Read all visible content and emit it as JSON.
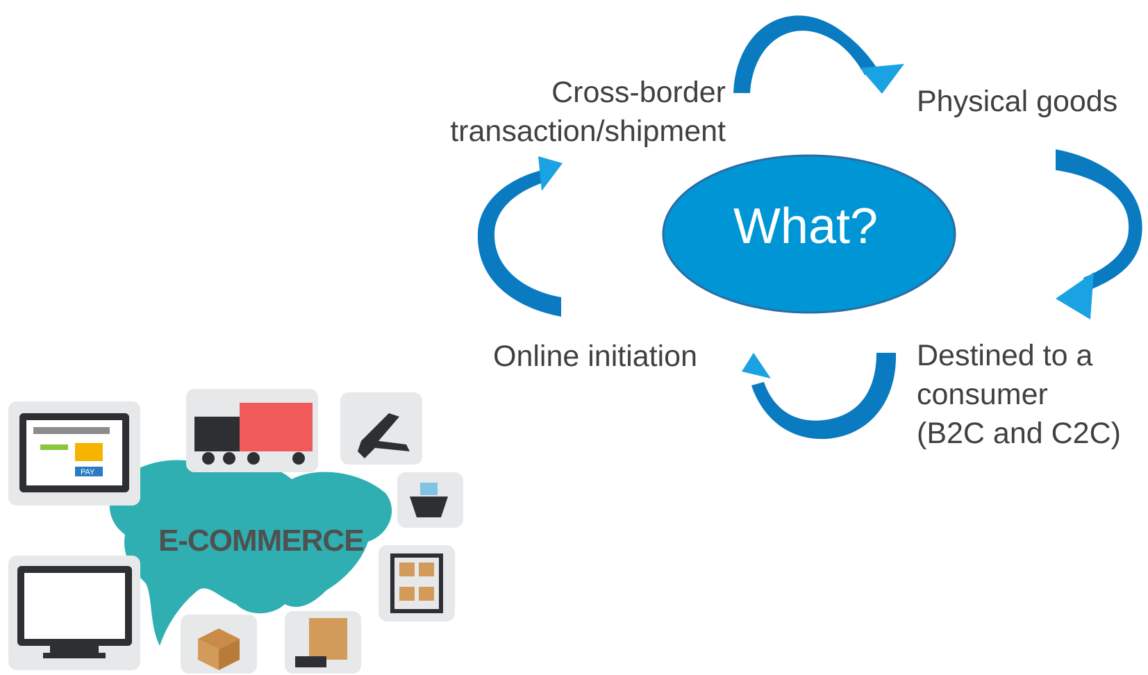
{
  "diagram": {
    "center": "What?",
    "items": {
      "cross_border_line1": "Cross-border",
      "cross_border_line2": "transaction/shipment",
      "physical_goods": "Physical goods",
      "destined_line1": "Destined to a",
      "destined_line2": "consumer",
      "destined_line3": "(B2C and C2C)",
      "online_initiation": "Online initiation"
    },
    "colors": {
      "accent": "#0096D6",
      "dark": "#0A6FA8",
      "text": "#404040"
    }
  },
  "illustration": {
    "title": "E-COMMERCE",
    "pay_label": "PAY"
  }
}
